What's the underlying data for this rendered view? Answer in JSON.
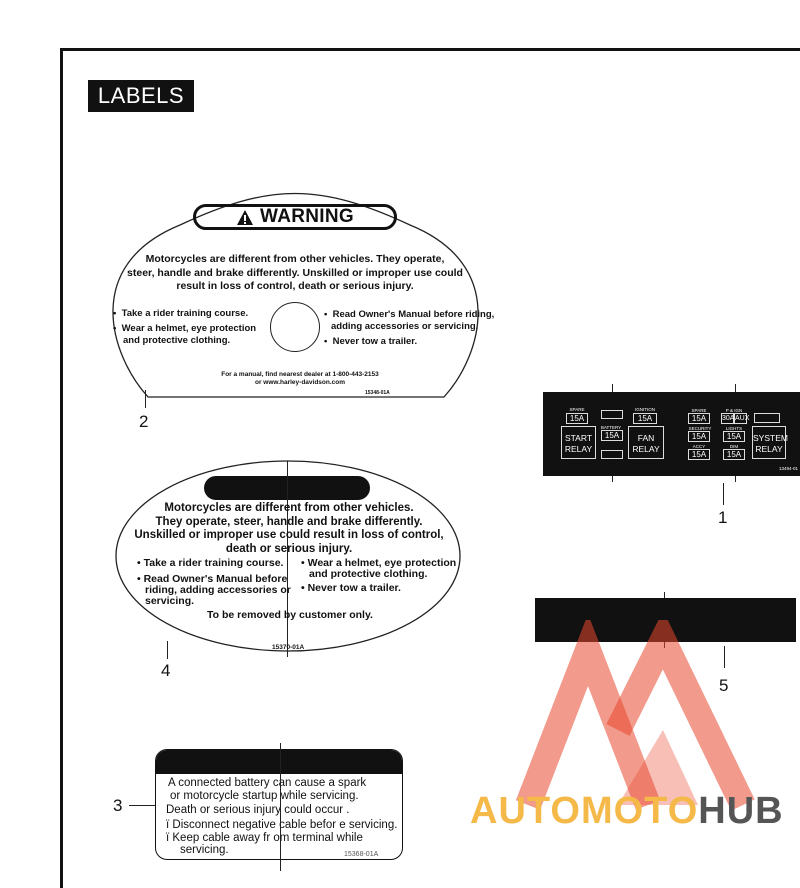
{
  "section": {
    "title": "LABELS"
  },
  "label2": {
    "warning": "WARNING",
    "lead_lines": [
      "Motorcycles are different from other vehicles.  They operate,",
      "steer, handle and brake differently.  Unskilled or improper use could",
      "result in loss of control, death or serious injury."
    ],
    "left_bullets": [
      "Take a rider training course.",
      "Wear a helmet, eye protection",
      "and protective clothing."
    ],
    "right_bullets": [
      "Read Owner's Manual before riding,",
      "adding accessories or servicing.",
      "Never tow a trailer."
    ],
    "manual_lines": [
      "For a manual, find nearest dealer at 1-800-443-2153",
      "or www.harley-davidson.com"
    ],
    "part_number": "15348-01A",
    "callout": "2"
  },
  "label4": {
    "lead_lines": [
      "Motorcycles are different from other vehicles.",
      "They operate, steer, handle and brake differently.",
      "Unskilled or improper use could result in loss of control,",
      "death or serious injury."
    ],
    "left_bullets": [
      "Take a rider training course.",
      "Read Owner's Manual before",
      "riding, adding accessories or",
      "servicing."
    ],
    "right_bullets": [
      "Wear a helmet, eye protection",
      "and protective clothing.",
      "Never tow a trailer."
    ],
    "removal": "To be removed by customer only.",
    "part_number": "15370-01A",
    "callout": "4"
  },
  "label1": {
    "fuses": {
      "spare1": {
        "label": "SPARE",
        "value": "15A"
      },
      "battery": {
        "label": "BATTERY",
        "value": "15A"
      },
      "ignition": {
        "label": "IGNITION",
        "value": "15A"
      },
      "spare2": {
        "label": "SPARE",
        "value": "15A"
      },
      "pign": {
        "label": "P & IGN",
        "value": "30A"
      },
      "security": {
        "label": "SECURITY",
        "value": "15A"
      },
      "lights": {
        "label": "LIGHTS",
        "value": "15A"
      },
      "accy": {
        "label": "ACCY",
        "value": "15A"
      },
      "dim": {
        "label": "DIM",
        "value": "15A"
      },
      "aux": {
        "value": "AUX"
      }
    },
    "relays": {
      "start": [
        "START",
        "RELAY"
      ],
      "fan": [
        "FAN",
        "RELAY"
      ],
      "system": [
        "SYSTEM",
        "RELAY"
      ]
    },
    "part_number": "13494-01",
    "callout": "1"
  },
  "label5": {
    "callout": "5"
  },
  "label3": {
    "lines": [
      "A connected battery can cause a spark",
      "or motorcycle startup while servicing.",
      "Death or serious injury could occur .",
      "ï Disconnect negative cable befor   e servicing.",
      "ï Keep cable away fr om terminal while",
      "servicing."
    ],
    "part_number": "15368-01A",
    "callout": "3"
  },
  "watermark": {
    "text_part1": "AUTOMOTO",
    "text_part2": "HUB"
  },
  "colors": {
    "watermark_red": "#e8472d",
    "watermark_gold": "#f5b94a",
    "watermark_gray": "#555555",
    "ink": "#111111"
  },
  "icons": [
    "warning-triangle-icon"
  ]
}
